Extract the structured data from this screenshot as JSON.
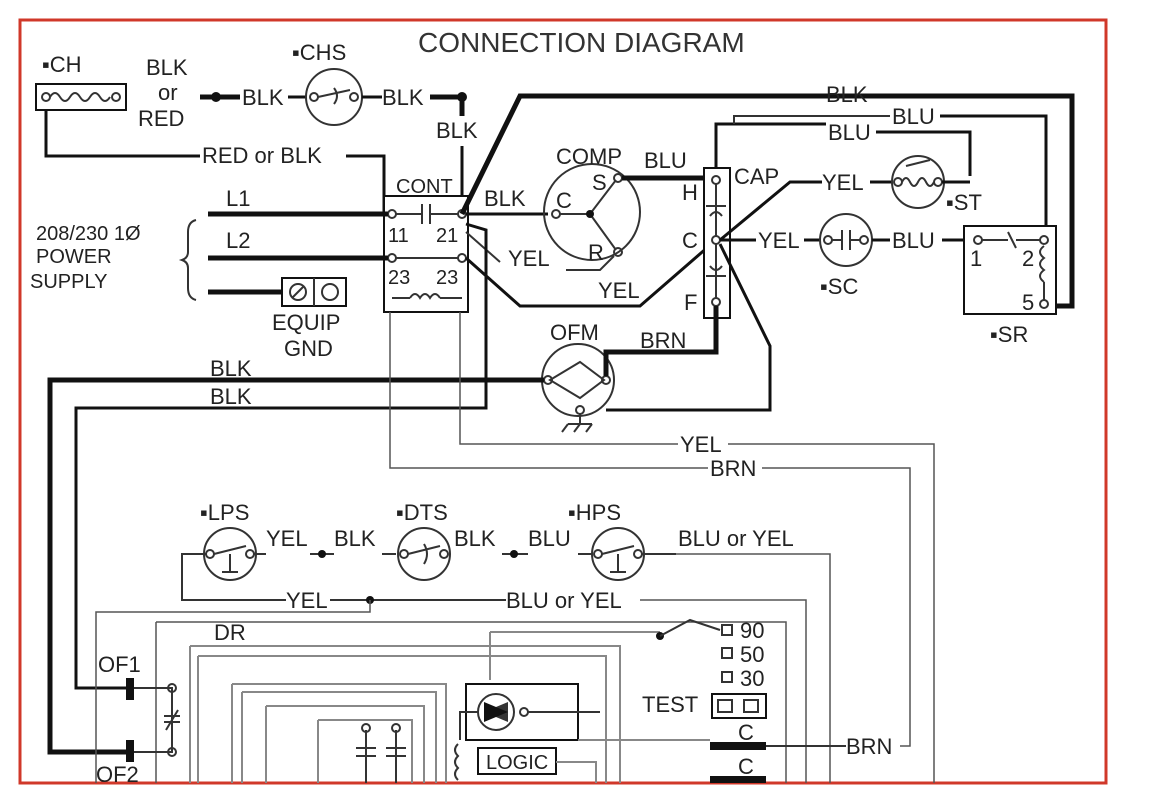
{
  "title": "CONNECTION DIAGRAM",
  "colors": {
    "frame": "#d0382a",
    "wire": "#111111"
  },
  "components": {
    "ch": "▪CH",
    "chs": "▪CHS",
    "cont": "CONT",
    "comp": "COMP",
    "comp_c": "C",
    "comp_s": "S",
    "comp_r": "R",
    "cap": "CAP",
    "cap_h": "H",
    "cap_c": "C",
    "cap_f": "F",
    "st": "▪ST",
    "sc": "▪SC",
    "sr": "▪SR",
    "sr_1": "1",
    "sr_2": "2",
    "sr_5": "5",
    "ofm": "OFM",
    "equip": "EQUIP",
    "gnd": "GND",
    "lps": "▪LPS",
    "dts": "▪DTS",
    "hps": "▪HPS",
    "dr": "DR",
    "of1": "OF1",
    "of2": "OF2",
    "t90": "90",
    "t50": "50",
    "t30": "30",
    "test": "TEST",
    "logic": "LOGIC",
    "c1": "C",
    "c2": "C"
  },
  "terminals": {
    "t11": "11",
    "t21": "21",
    "t23a": "23",
    "t23b": "23"
  },
  "power": {
    "line1": "208/230 1Ø",
    "line2": "POWER",
    "line3": "SUPPLY",
    "l1": "L1",
    "l2": "L2"
  },
  "wires": {
    "blk_or": "BLK",
    "or": "or",
    "red": "RED",
    "blk_chs_left": "BLK",
    "blk_chs_right": "BLK",
    "blk_down": "BLK",
    "red_or_blk": "RED or BLK",
    "blk_cont_comp": "BLK",
    "yel_comp": "YEL",
    "yel_cont": "YEL",
    "blu_comp_cap": "BLU",
    "blk_top": "BLK",
    "blu_top1": "BLU",
    "blu_top2": "BLU",
    "yel_cap_st": "YEL",
    "yel_cap_sc": "YEL",
    "blu_sc_sr": "BLU",
    "brn_ofm": "BRN",
    "blk_ofm1": "BLK",
    "blk_ofm2": "BLK",
    "yel_lower": "YEL",
    "brn_lower": "BRN",
    "yel_lps": "YEL",
    "blk_lps_dts": "BLK",
    "blk_dts": "BLK",
    "blu_hps": "BLU",
    "blu_or_yel_hps": "BLU or YEL",
    "yel_return": "YEL",
    "blu_or_yel_return": "BLU or YEL",
    "brn_c": "BRN"
  }
}
